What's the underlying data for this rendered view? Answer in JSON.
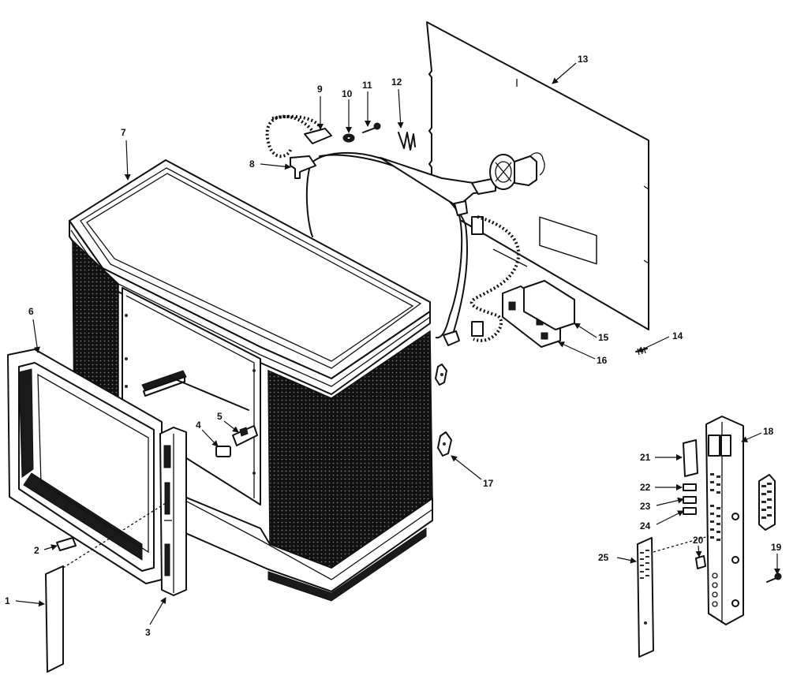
{
  "callouts": [
    {
      "id": "1",
      "text": "1"
    },
    {
      "id": "2",
      "text": "2"
    },
    {
      "id": "3",
      "text": "3"
    },
    {
      "id": "4",
      "text": "4"
    },
    {
      "id": "5",
      "text": "5"
    },
    {
      "id": "6",
      "text": "6"
    },
    {
      "id": "7",
      "text": "7"
    },
    {
      "id": "8",
      "text": "8"
    },
    {
      "id": "9",
      "text": "9"
    },
    {
      "id": "10",
      "text": "10"
    },
    {
      "id": "11",
      "text": "11"
    },
    {
      "id": "12",
      "text": "12"
    },
    {
      "id": "13",
      "text": "13"
    },
    {
      "id": "14",
      "text": "14"
    },
    {
      "id": "15",
      "text": "15"
    },
    {
      "id": "16",
      "text": "16"
    },
    {
      "id": "17",
      "text": "17"
    },
    {
      "id": "18",
      "text": "18"
    },
    {
      "id": "19",
      "text": "19"
    },
    {
      "id": "20",
      "text": "20"
    },
    {
      "id": "21",
      "text": "21"
    },
    {
      "id": "22",
      "text": "22"
    },
    {
      "id": "23",
      "text": "23"
    },
    {
      "id": "24",
      "text": "24"
    },
    {
      "id": "25",
      "text": "25"
    }
  ]
}
